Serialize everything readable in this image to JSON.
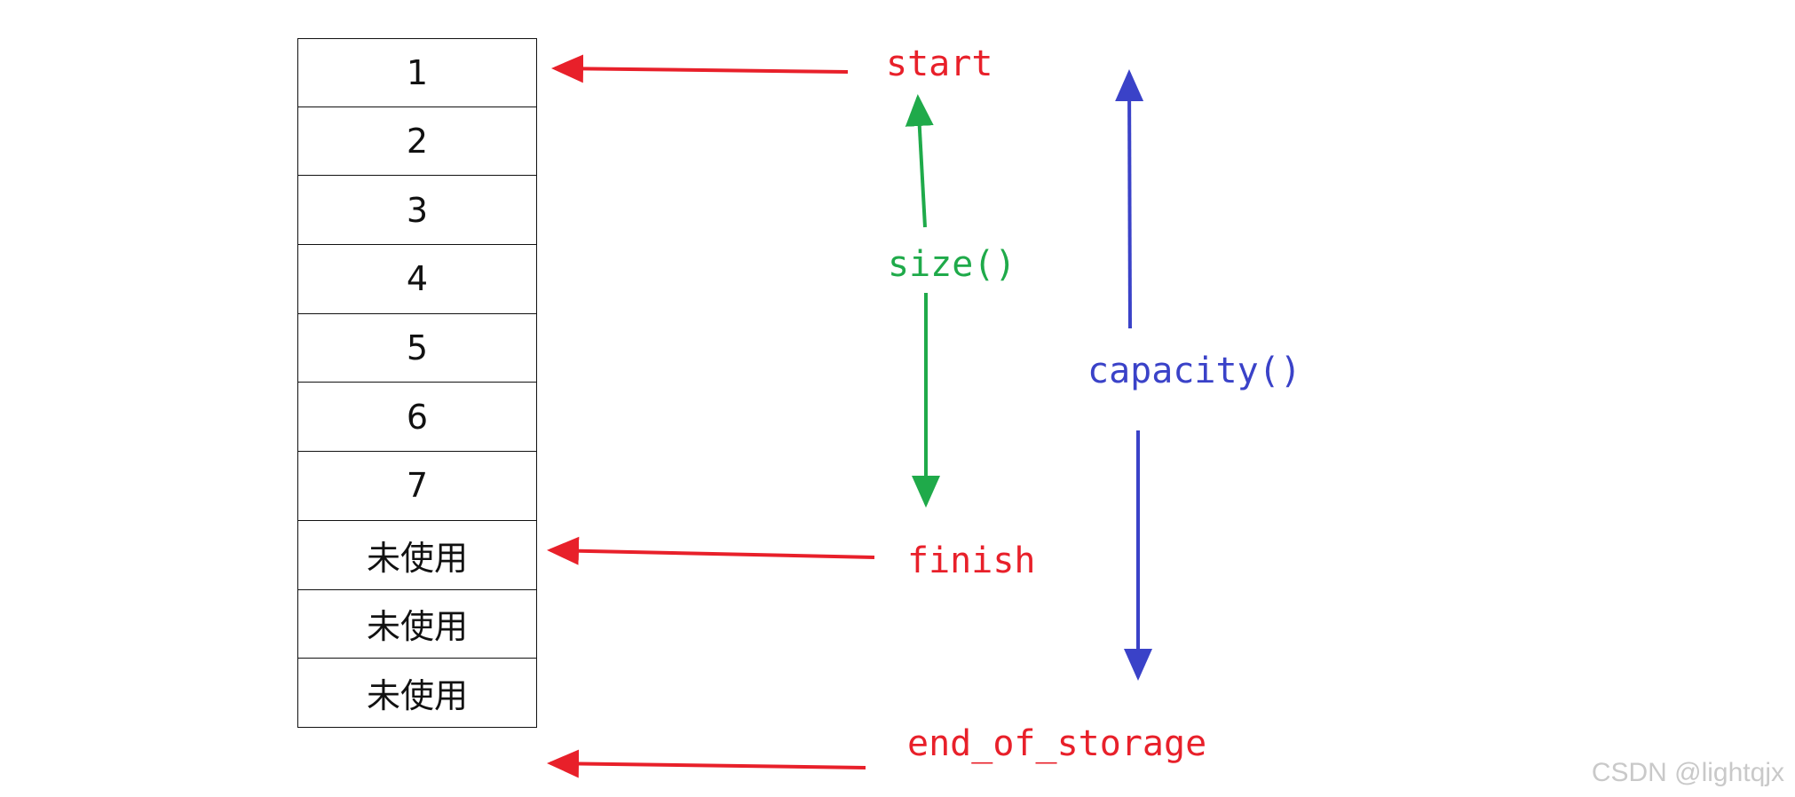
{
  "cells": [
    "1",
    "2",
    "3",
    "4",
    "5",
    "6",
    "7",
    "未使用",
    "未使用",
    "未使用"
  ],
  "labels": {
    "start": "start",
    "size": "size()",
    "finish": "finish",
    "capacity": "capacity()",
    "end_of_storage": "end_of_storage"
  },
  "watermark": "CSDN @lightqjx",
  "colors": {
    "pointer": "#e8202a",
    "size": "#1faa4a",
    "capacity": "#3a42c8",
    "border": "#111111"
  }
}
